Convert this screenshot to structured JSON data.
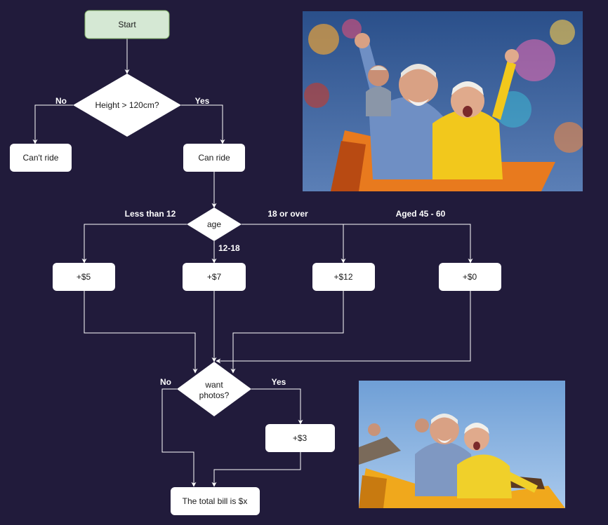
{
  "flowchart": {
    "start": "Start",
    "height_check": "Height > 120cm?",
    "cant_ride": "Can't ride",
    "can_ride": "Can ride",
    "age": "age",
    "price_under_12": "+$5",
    "price_12_18": "+$7",
    "price_18_over": "+$12",
    "price_45_60": "+$0",
    "want_photos": [
      "want",
      "photos?"
    ],
    "price_photos": "+$3",
    "total": "The total bill is $x"
  },
  "edge_labels": {
    "height_no": "No",
    "height_yes": "Yes",
    "age_under_12": "Less than 12",
    "age_12_18": "12-18",
    "age_18_over": "18 or over",
    "age_45_60": "Aged 45 - 60",
    "photos_no": "No",
    "photos_yes": "Yes"
  },
  "colors": {
    "background": "#211b3b",
    "start_fill": "#d5e8d4",
    "start_stroke": "#82b366",
    "node_fill": "#ffffff",
    "edge": "#ffffff"
  },
  "photos": {
    "top_right": "seniors-rollercoaster-photo",
    "bottom_right": "seniors-rollercoaster-photo"
  }
}
